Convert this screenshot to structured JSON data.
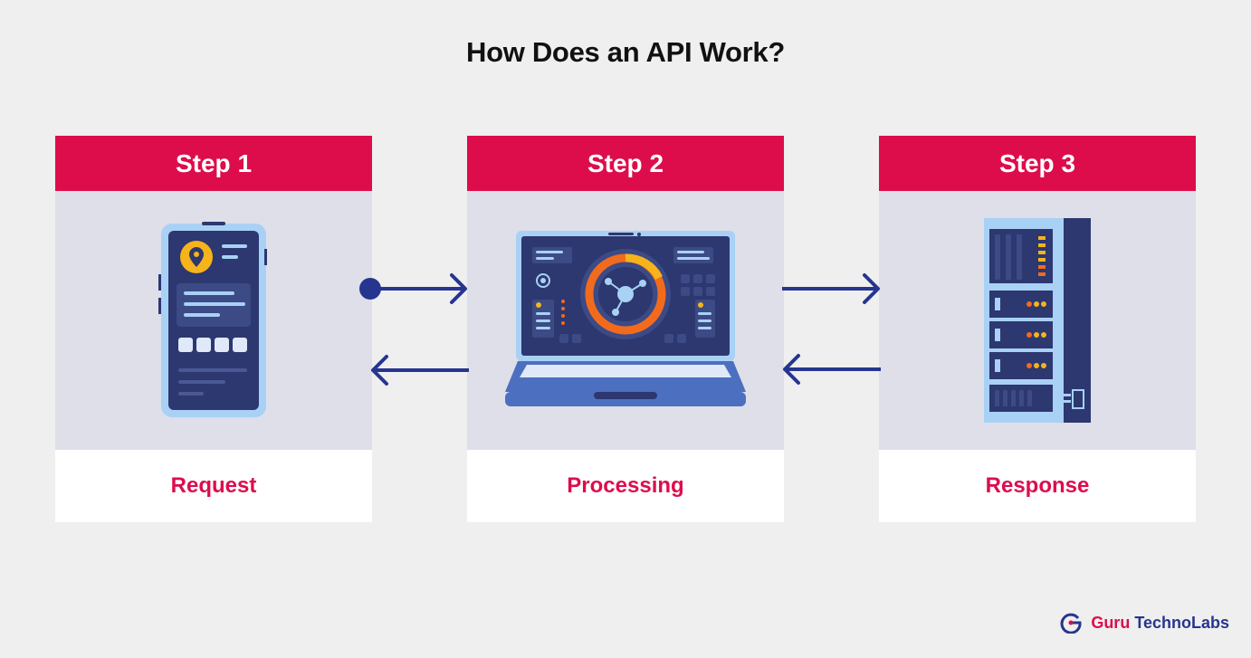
{
  "title": "How Does an API Work?",
  "steps": [
    {
      "label": "Step 1",
      "caption": "Request",
      "icon": "smartphone-icon"
    },
    {
      "label": "Step 2",
      "caption": "Processing",
      "icon": "laptop-icon"
    },
    {
      "label": "Step 3",
      "caption": "Response",
      "icon": "server-icon"
    }
  ],
  "brand": {
    "part1": "Guru ",
    "part2": "TechnoLabs"
  },
  "colors": {
    "accent": "#dd0d4c",
    "navy": "#26358f",
    "panel": "#dedfe9",
    "background": "#efefef",
    "illustration_dark": "#2d3770",
    "illustration_light": "#a9d1f5",
    "orange": "#f26b1d",
    "yellow": "#f6b31a"
  }
}
